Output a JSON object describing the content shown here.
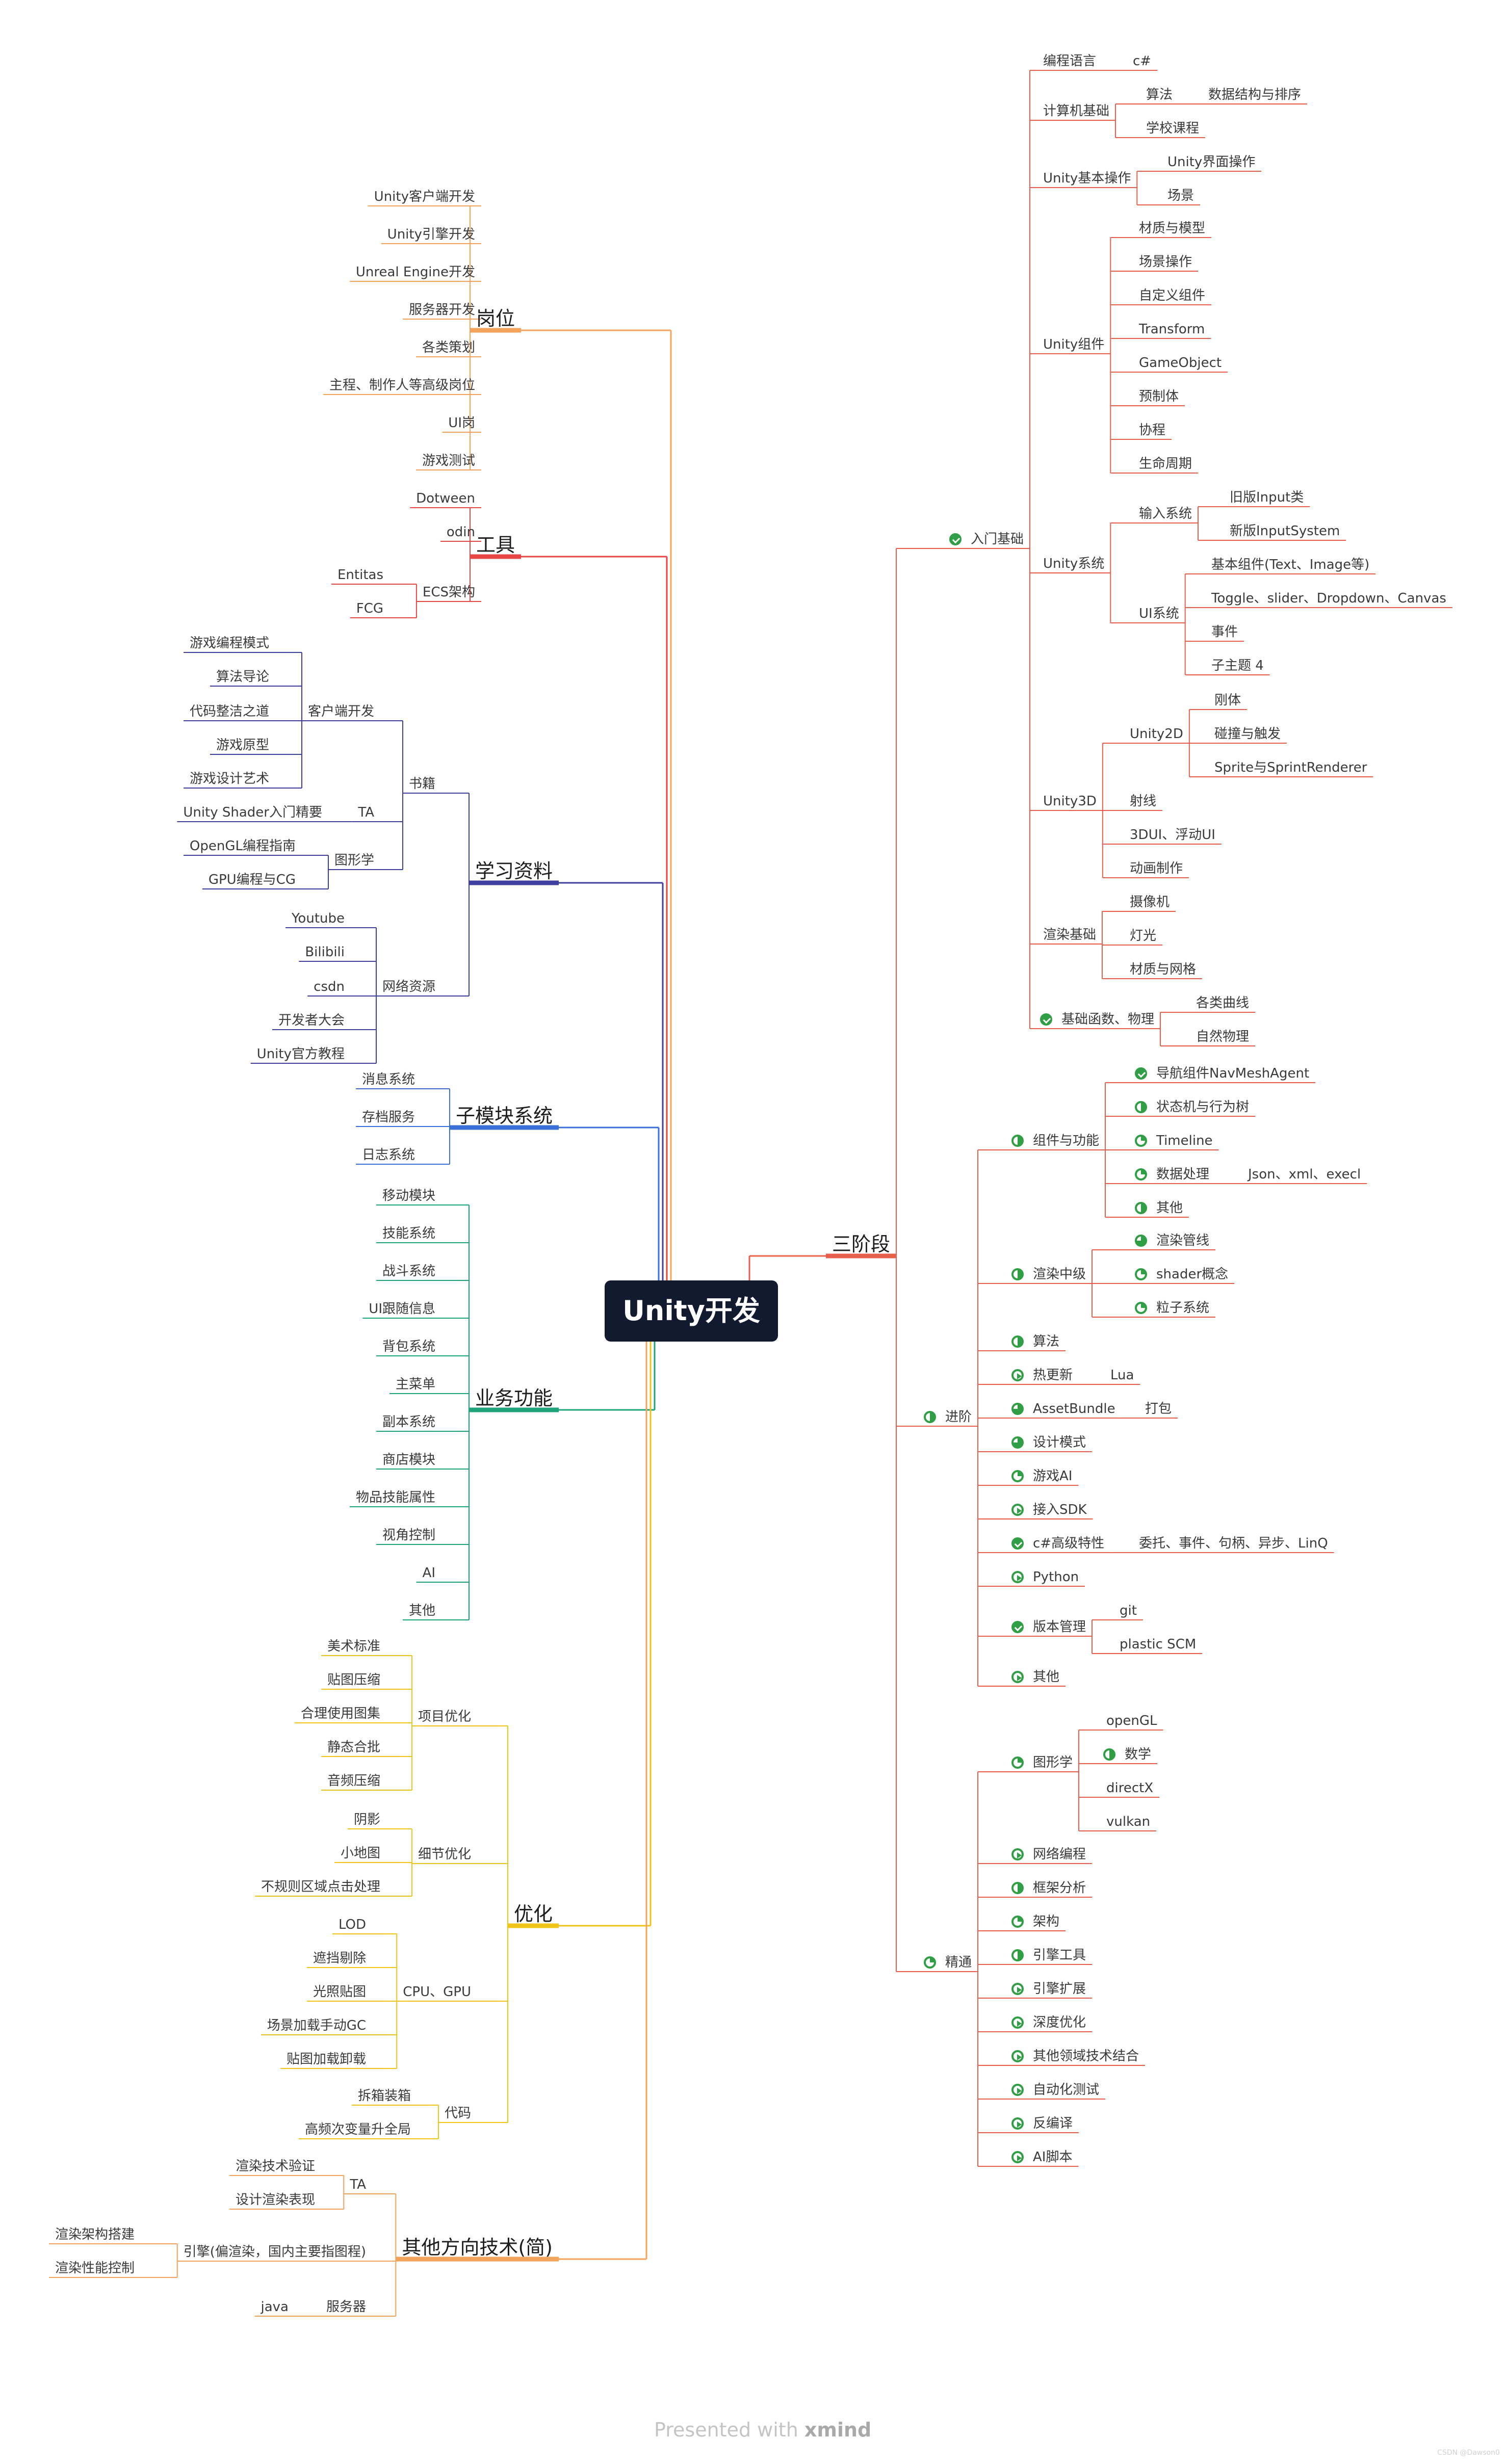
{
  "root": "Unity开发",
  "footer": {
    "prefix": "Presented with",
    "brand": "xmind",
    "watermark": "CSDN @Dawson0"
  },
  "colors": {
    "gangwei": "#f4a35a",
    "tools": "#e84545",
    "learn": "#3f3f9f",
    "submodule": "#3a6fd8",
    "business": "#1fa37a",
    "optim": "#f0c419",
    "other": "#f4a35a",
    "stages": "#e8604c",
    "check": "#2f9e44"
  },
  "nodes": [
    {
      "id": "gw",
      "text": "岗位",
      "p": "root",
      "c": "gangwei",
      "lvl": 1
    },
    {
      "id": "gw1",
      "text": "Unity客户端开发",
      "p": "gw"
    },
    {
      "id": "gw2",
      "text": "Unity引擎开发",
      "p": "gw"
    },
    {
      "id": "gw3",
      "text": "Unreal Engine开发",
      "p": "gw"
    },
    {
      "id": "gw4",
      "text": "服务器开发",
      "p": "gw"
    },
    {
      "id": "gw5",
      "text": "各类策划",
      "p": "gw"
    },
    {
      "id": "gw6",
      "text": "主程、制作人等高级岗位",
      "p": "gw"
    },
    {
      "id": "gw7",
      "text": "UI岗",
      "p": "gw"
    },
    {
      "id": "gw8",
      "text": "游戏测试",
      "p": "gw"
    },
    {
      "id": "tl",
      "text": "工具",
      "p": "root",
      "c": "tools",
      "lvl": 1
    },
    {
      "id": "tl1",
      "text": "Dotween",
      "p": "tl"
    },
    {
      "id": "tl2",
      "text": "odin",
      "p": "tl"
    },
    {
      "id": "tl3",
      "text": "ECS架构",
      "p": "tl"
    },
    {
      "id": "tl3a",
      "text": "Entitas",
      "p": "tl3"
    },
    {
      "id": "tl3b",
      "text": "FCG",
      "p": "tl3"
    },
    {
      "id": "lr",
      "text": "学习资料",
      "p": "root",
      "c": "learn",
      "lvl": 1
    },
    {
      "id": "bk",
      "text": "书籍",
      "p": "lr"
    },
    {
      "id": "kh",
      "text": "客户端开发",
      "p": "bk"
    },
    {
      "id": "kh1",
      "text": "游戏编程模式",
      "p": "kh"
    },
    {
      "id": "kh2",
      "text": "算法导论",
      "p": "kh"
    },
    {
      "id": "kh3",
      "text": "代码整洁之道",
      "p": "kh"
    },
    {
      "id": "kh4",
      "text": "游戏原型",
      "p": "kh"
    },
    {
      "id": "kh5",
      "text": "游戏设计艺术",
      "p": "kh"
    },
    {
      "id": "ta",
      "text": "TA",
      "p": "bk"
    },
    {
      "id": "ta1",
      "text": "Unity Shader入门精要",
      "p": "ta"
    },
    {
      "id": "tx",
      "text": "图形学",
      "p": "bk"
    },
    {
      "id": "tx1",
      "text": "OpenGL编程指南",
      "p": "tx"
    },
    {
      "id": "tx2",
      "text": "GPU编程与CG",
      "p": "tx"
    },
    {
      "id": "wl",
      "text": "网络资源",
      "p": "lr"
    },
    {
      "id": "wl1",
      "text": "Youtube",
      "p": "wl"
    },
    {
      "id": "wl2",
      "text": "Bilibili",
      "p": "wl"
    },
    {
      "id": "wl3",
      "text": "csdn",
      "p": "wl"
    },
    {
      "id": "wl4",
      "text": "开发者大会",
      "p": "wl"
    },
    {
      "id": "wl5",
      "text": "Unity官方教程",
      "p": "wl"
    },
    {
      "id": "sm",
      "text": "子模块系统",
      "p": "root",
      "c": "submodule",
      "lvl": 1
    },
    {
      "id": "sm1",
      "text": "消息系统",
      "p": "sm"
    },
    {
      "id": "sm2",
      "text": "存档服务",
      "p": "sm"
    },
    {
      "id": "sm3",
      "text": "日志系统",
      "p": "sm"
    },
    {
      "id": "bz",
      "text": "业务功能",
      "p": "root",
      "c": "business",
      "lvl": 1
    },
    {
      "id": "bz1",
      "text": "移动模块",
      "p": "bz"
    },
    {
      "id": "bz2",
      "text": "技能系统",
      "p": "bz"
    },
    {
      "id": "bz3",
      "text": "战斗系统",
      "p": "bz"
    },
    {
      "id": "bz4",
      "text": "UI跟随信息",
      "p": "bz"
    },
    {
      "id": "bz5",
      "text": "背包系统",
      "p": "bz"
    },
    {
      "id": "bz6",
      "text": "主菜单",
      "p": "bz"
    },
    {
      "id": "bz7",
      "text": "副本系统",
      "p": "bz"
    },
    {
      "id": "bz8",
      "text": "商店模块",
      "p": "bz"
    },
    {
      "id": "bz9",
      "text": "物品技能属性",
      "p": "bz"
    },
    {
      "id": "bz10",
      "text": "视角控制",
      "p": "bz"
    },
    {
      "id": "bz11",
      "text": "AI",
      "p": "bz"
    },
    {
      "id": "bz12",
      "text": "其他",
      "p": "bz"
    },
    {
      "id": "op",
      "text": "优化",
      "p": "root",
      "c": "optim",
      "lvl": 1
    },
    {
      "id": "xm",
      "text": "项目优化",
      "p": "op"
    },
    {
      "id": "xm1",
      "text": "美术标准",
      "p": "xm"
    },
    {
      "id": "xm2",
      "text": "贴图压缩",
      "p": "xm"
    },
    {
      "id": "xm3",
      "text": "合理使用图集",
      "p": "xm"
    },
    {
      "id": "xm4",
      "text": "静态合批",
      "p": "xm"
    },
    {
      "id": "xm5",
      "text": "音频压缩",
      "p": "xm"
    },
    {
      "id": "xj",
      "text": "细节优化",
      "p": "op"
    },
    {
      "id": "xj1",
      "text": "阴影",
      "p": "xj"
    },
    {
      "id": "xj2",
      "text": "小地图",
      "p": "xj"
    },
    {
      "id": "xj3",
      "text": "不规则区域点击处理",
      "p": "xj"
    },
    {
      "id": "cg",
      "text": "CPU、GPU",
      "p": "op"
    },
    {
      "id": "cg1",
      "text": "LOD",
      "p": "cg"
    },
    {
      "id": "cg2",
      "text": "遮挡剔除",
      "p": "cg"
    },
    {
      "id": "cg3",
      "text": "光照贴图",
      "p": "cg"
    },
    {
      "id": "cg4",
      "text": "场景加载手动GC",
      "p": "cg"
    },
    {
      "id": "cg5",
      "text": "贴图加载卸载",
      "p": "cg"
    },
    {
      "id": "dm",
      "text": "代码",
      "p": "op"
    },
    {
      "id": "dm1",
      "text": "拆箱装箱",
      "p": "dm"
    },
    {
      "id": "dm2",
      "text": "高频次变量升全局",
      "p": "dm"
    },
    {
      "id": "ot",
      "text": "其他方向技术(简)",
      "p": "root",
      "c": "other",
      "lvl": 1
    },
    {
      "id": "ot1",
      "text": "TA",
      "p": "ot"
    },
    {
      "id": "ot1a",
      "text": "渲染技术验证",
      "p": "ot1"
    },
    {
      "id": "ot1b",
      "text": "设计渲染表现",
      "p": "ot1"
    },
    {
      "id": "ot2",
      "text": "引擎(偏渲染，国内主要指图程)",
      "p": "ot"
    },
    {
      "id": "ot2a",
      "text": "渲染架构搭建",
      "p": "ot2"
    },
    {
      "id": "ot2b",
      "text": "渲染性能控制",
      "p": "ot2"
    },
    {
      "id": "ot3",
      "text": "服务器",
      "p": "ot"
    },
    {
      "id": "ot3a",
      "text": "java",
      "p": "ot3"
    },
    {
      "id": "st",
      "text": "三阶段",
      "p": "root",
      "c": "stages",
      "lvl": 1
    },
    {
      "id": "rm",
      "text": "入门基础",
      "p": "st",
      "icon": "done"
    },
    {
      "id": "rm1",
      "text": "编程语言",
      "p": "rm"
    },
    {
      "id": "rm1a",
      "text": "c#",
      "p": "rm1"
    },
    {
      "id": "rm2",
      "text": "计算机基础",
      "p": "rm"
    },
    {
      "id": "rm2a",
      "text": "算法",
      "p": "rm2"
    },
    {
      "id": "rm2a1",
      "text": "数据结构与排序",
      "p": "rm2a"
    },
    {
      "id": "rm2b",
      "text": "学校课程",
      "p": "rm2"
    },
    {
      "id": "rm3",
      "text": "Unity基本操作",
      "p": "rm"
    },
    {
      "id": "rm3a",
      "text": "Unity界面操作",
      "p": "rm3"
    },
    {
      "id": "rm3b",
      "text": "场景",
      "p": "rm3"
    },
    {
      "id": "rm4",
      "text": "Unity组件",
      "p": "rm"
    },
    {
      "id": "rm4a",
      "text": "材质与模型",
      "p": "rm4"
    },
    {
      "id": "rm4b",
      "text": "场景操作",
      "p": "rm4"
    },
    {
      "id": "rm4c",
      "text": "自定义组件",
      "p": "rm4"
    },
    {
      "id": "rm4d",
      "text": "Transform",
      "p": "rm4"
    },
    {
      "id": "rm4e",
      "text": "GameObject",
      "p": "rm4"
    },
    {
      "id": "rm4f",
      "text": "预制体",
      "p": "rm4"
    },
    {
      "id": "rm4g",
      "text": "协程",
      "p": "rm4"
    },
    {
      "id": "rm4h",
      "text": "生命周期",
      "p": "rm4"
    },
    {
      "id": "rm5",
      "text": "Unity系统",
      "p": "rm"
    },
    {
      "id": "rm5a",
      "text": "输入系统",
      "p": "rm5"
    },
    {
      "id": "rm5a1",
      "text": "旧版Input类",
      "p": "rm5a"
    },
    {
      "id": "rm5a2",
      "text": "新版InputSystem",
      "p": "rm5a"
    },
    {
      "id": "rm5b",
      "text": "UI系统",
      "p": "rm5"
    },
    {
      "id": "rm5b1",
      "text": "基本组件(Text、Image等)",
      "p": "rm5b"
    },
    {
      "id": "rm5b2",
      "text": "Toggle、slider、Dropdown、Canvas",
      "p": "rm5b"
    },
    {
      "id": "rm5b3",
      "text": "事件",
      "p": "rm5b"
    },
    {
      "id": "rm5b4",
      "text": "子主题 4",
      "p": "rm5b"
    },
    {
      "id": "rm6",
      "text": "Unity3D",
      "p": "rm"
    },
    {
      "id": "rm6a",
      "text": "Unity2D",
      "p": "rm6"
    },
    {
      "id": "rm6a1",
      "text": "刚体",
      "p": "rm6a"
    },
    {
      "id": "rm6a2",
      "text": "碰撞与触发",
      "p": "rm6a"
    },
    {
      "id": "rm6a3",
      "text": "Sprite与SprintRenderer",
      "p": "rm6a"
    },
    {
      "id": "rm6b",
      "text": "射线",
      "p": "rm6"
    },
    {
      "id": "rm6c",
      "text": "3DUI、浮动UI",
      "p": "rm6"
    },
    {
      "id": "rm6d",
      "text": "动画制作",
      "p": "rm6"
    },
    {
      "id": "rm7",
      "text": "渲染基础",
      "p": "rm"
    },
    {
      "id": "rm7a",
      "text": "摄像机",
      "p": "rm7"
    },
    {
      "id": "rm7b",
      "text": "灯光",
      "p": "rm7"
    },
    {
      "id": "rm7c",
      "text": "材质与网格",
      "p": "rm7"
    },
    {
      "id": "rm8",
      "text": "基础函数、物理",
      "p": "rm",
      "icon": "done"
    },
    {
      "id": "rm8a",
      "text": "各类曲线",
      "p": "rm8"
    },
    {
      "id": "rm8b",
      "text": "自然物理",
      "p": "rm8"
    },
    {
      "id": "jj",
      "text": "进阶",
      "p": "st",
      "icon": "half"
    },
    {
      "id": "jj1",
      "text": "组件与功能",
      "p": "jj",
      "icon": "half"
    },
    {
      "id": "jj1a",
      "text": "导航组件NavMeshAgent",
      "p": "jj1",
      "icon": "done"
    },
    {
      "id": "jj1b",
      "text": "状态机与行为树",
      "p": "jj1",
      "icon": "half"
    },
    {
      "id": "jj1c",
      "text": "Timeline",
      "p": "jj1",
      "icon": "q1"
    },
    {
      "id": "jj1d",
      "text": "数据处理",
      "p": "jj1",
      "icon": "q1"
    },
    {
      "id": "jj1d1",
      "text": "Json、xml、execl",
      "p": "jj1d"
    },
    {
      "id": "jj1e",
      "text": "其他",
      "p": "jj1",
      "icon": "half"
    },
    {
      "id": "jj2",
      "text": "渲染中级",
      "p": "jj",
      "icon": "half"
    },
    {
      "id": "jj2a",
      "text": "渲染管线",
      "p": "jj2",
      "icon": "q3"
    },
    {
      "id": "jj2b",
      "text": "shader概念",
      "p": "jj2",
      "icon": "q1"
    },
    {
      "id": "jj2c",
      "text": "粒子系统",
      "p": "jj2",
      "icon": "q1"
    },
    {
      "id": "jj3",
      "text": "算法",
      "p": "jj",
      "icon": "half"
    },
    {
      "id": "jj4",
      "text": "热更新",
      "p": "jj",
      "icon": "play"
    },
    {
      "id": "jj4a",
      "text": "Lua",
      "p": "jj4"
    },
    {
      "id": "jj5",
      "text": "AssetBundle",
      "p": "jj",
      "icon": "q3"
    },
    {
      "id": "jj5a",
      "text": "打包",
      "p": "jj5"
    },
    {
      "id": "jj6",
      "text": "设计模式",
      "p": "jj",
      "icon": "q3"
    },
    {
      "id": "jj7",
      "text": "游戏AI",
      "p": "jj",
      "icon": "q1"
    },
    {
      "id": "jj8",
      "text": "接入SDK",
      "p": "jj",
      "icon": "play"
    },
    {
      "id": "jj9",
      "text": "c#高级特性",
      "p": "jj",
      "icon": "done"
    },
    {
      "id": "jj9a",
      "text": "委托、事件、句柄、异步、LinQ",
      "p": "jj9"
    },
    {
      "id": "jj10",
      "text": "Python",
      "p": "jj",
      "icon": "play"
    },
    {
      "id": "jj11",
      "text": "版本管理",
      "p": "jj",
      "icon": "done"
    },
    {
      "id": "jj11a",
      "text": "git",
      "p": "jj11"
    },
    {
      "id": "jj11b",
      "text": "plastic SCM",
      "p": "jj11"
    },
    {
      "id": "jj12",
      "text": "其他",
      "p": "jj",
      "icon": "play"
    },
    {
      "id": "jt",
      "text": "精通",
      "p": "st",
      "icon": "q1"
    },
    {
      "id": "jt1",
      "text": "图形学",
      "p": "jt",
      "icon": "q1"
    },
    {
      "id": "jt1a",
      "text": "openGL",
      "p": "jt1"
    },
    {
      "id": "jt1b",
      "text": "数学",
      "p": "jt1",
      "icon": "half"
    },
    {
      "id": "jt1c",
      "text": "directX",
      "p": "jt1"
    },
    {
      "id": "jt1d",
      "text": "vulkan",
      "p": "jt1"
    },
    {
      "id": "jt2",
      "text": "网络编程",
      "p": "jt",
      "icon": "play"
    },
    {
      "id": "jt3",
      "text": "框架分析",
      "p": "jt",
      "icon": "half"
    },
    {
      "id": "jt4",
      "text": "架构",
      "p": "jt",
      "icon": "q1"
    },
    {
      "id": "jt5",
      "text": "引擎工具",
      "p": "jt",
      "icon": "half"
    },
    {
      "id": "jt6",
      "text": "引擎扩展",
      "p": "jt",
      "icon": "play"
    },
    {
      "id": "jt7",
      "text": "深度优化",
      "p": "jt",
      "icon": "play"
    },
    {
      "id": "jt8",
      "text": "其他领域技术结合",
      "p": "jt",
      "icon": "play"
    },
    {
      "id": "jt9",
      "text": "自动化测试",
      "p": "jt",
      "icon": "play"
    },
    {
      "id": "jt10",
      "text": "反编译",
      "p": "jt",
      "icon": "play"
    },
    {
      "id": "jt11",
      "text": "AI脚本",
      "p": "jt",
      "icon": "play"
    }
  ]
}
